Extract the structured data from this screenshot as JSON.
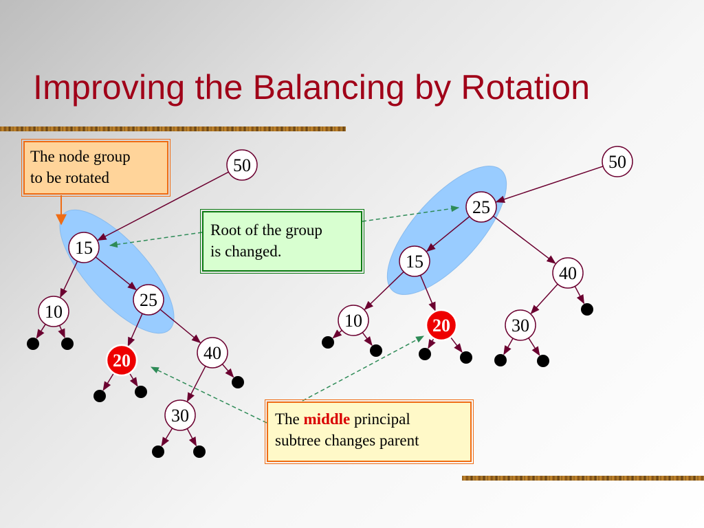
{
  "slide": {
    "title": "Improving the Balancing by Rotation"
  },
  "colors": {
    "title": "#a00018",
    "edge": "#6b0030",
    "node_fill": "#ffffff",
    "highlight_node": "#ee0000",
    "group_fill": "#99ccff",
    "dashed_arrow": "#2e8b57",
    "orange_arrow": "#ef6c14"
  },
  "callouts": {
    "node_group": {
      "line1": "The node group",
      "line2": "to be rotated"
    },
    "root_changed": {
      "line1": "Root of the group",
      "line2": "is changed."
    },
    "middle_subtree": {
      "prefix": "The ",
      "highlight": "middle",
      "suffix": " principal",
      "line2": "subtree changes parent"
    }
  },
  "trees": {
    "before": {
      "nodes": [
        {
          "id": "b50",
          "label": "50",
          "style": "normal"
        },
        {
          "id": "b15",
          "label": "15",
          "style": "normal"
        },
        {
          "id": "b25",
          "label": "25",
          "style": "normal"
        },
        {
          "id": "b10",
          "label": "10",
          "style": "normal"
        },
        {
          "id": "b20",
          "label": "20",
          "style": "highlight"
        },
        {
          "id": "b40",
          "label": "40",
          "style": "normal"
        },
        {
          "id": "b30",
          "label": "30",
          "style": "normal"
        }
      ],
      "edges": [
        [
          "b50",
          "b15"
        ],
        [
          "b15",
          "b10"
        ],
        [
          "b15",
          "b25"
        ],
        [
          "b25",
          "b20"
        ],
        [
          "b25",
          "b40"
        ],
        [
          "b40",
          "b30"
        ]
      ]
    },
    "after": {
      "nodes": [
        {
          "id": "a50",
          "label": "50",
          "style": "normal"
        },
        {
          "id": "a25",
          "label": "25",
          "style": "normal"
        },
        {
          "id": "a15",
          "label": "15",
          "style": "normal"
        },
        {
          "id": "a40",
          "label": "40",
          "style": "normal"
        },
        {
          "id": "a10",
          "label": "10",
          "style": "normal"
        },
        {
          "id": "a20",
          "label": "20",
          "style": "highlight"
        },
        {
          "id": "a30",
          "label": "30",
          "style": "normal"
        }
      ],
      "edges": [
        [
          "a50",
          "a25"
        ],
        [
          "a25",
          "a15"
        ],
        [
          "a25",
          "a40"
        ],
        [
          "a15",
          "a10"
        ],
        [
          "a15",
          "a20"
        ],
        [
          "a40",
          "a30"
        ]
      ]
    }
  }
}
